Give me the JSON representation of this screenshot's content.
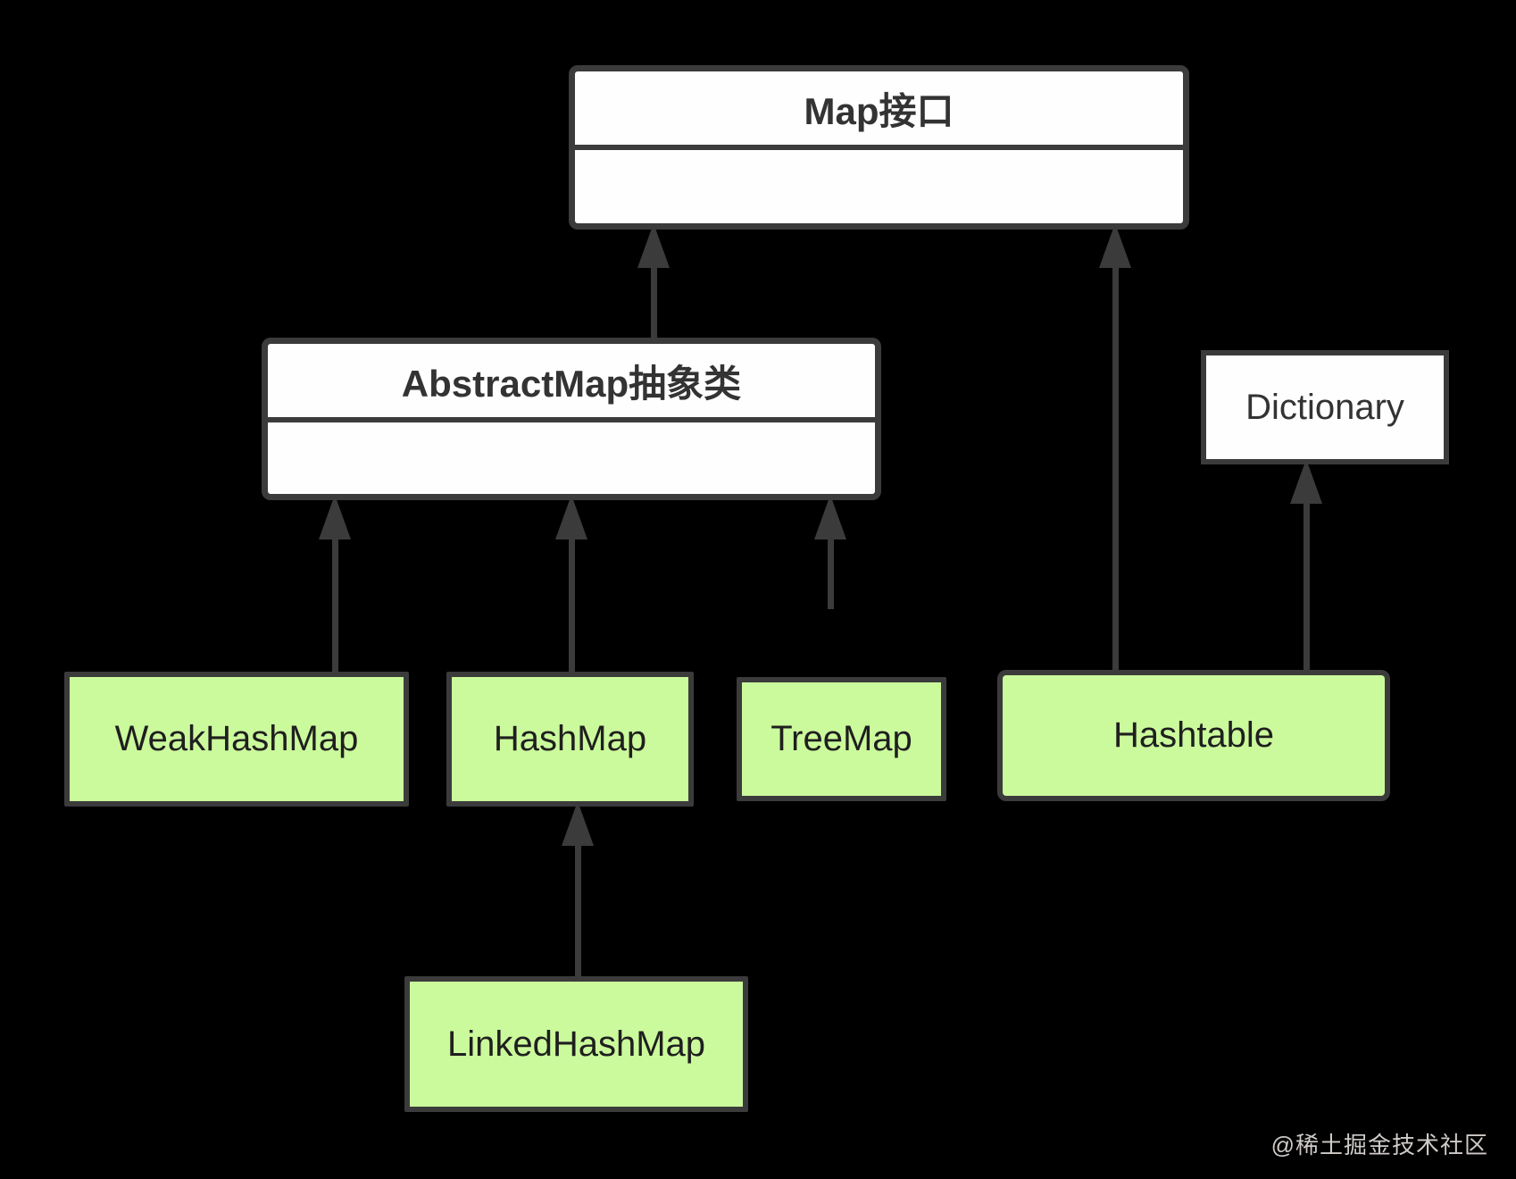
{
  "nodes": {
    "map_interface": {
      "label": "Map接口",
      "kind": "interface-with-compartments"
    },
    "abstract_map": {
      "label": "AbstractMap抽象类",
      "kind": "abstract-class-with-compartments"
    },
    "dictionary": {
      "label": "Dictionary",
      "kind": "class"
    },
    "weak_hash_map": {
      "label": "WeakHashMap",
      "kind": "class"
    },
    "hash_map": {
      "label": "HashMap",
      "kind": "class"
    },
    "tree_map": {
      "label": "TreeMap",
      "kind": "class"
    },
    "hashtable": {
      "label": "Hashtable",
      "kind": "class"
    },
    "linked_hash_map": {
      "label": "LinkedHashMap",
      "kind": "class"
    }
  },
  "edges": [
    {
      "from": "AbstractMap抽象类",
      "to": "Map接口"
    },
    {
      "from": "Hashtable",
      "to": "Map接口"
    },
    {
      "from": "WeakHashMap",
      "to": "AbstractMap抽象类"
    },
    {
      "from": "HashMap",
      "to": "AbstractMap抽象类"
    },
    {
      "from": "TreeMap",
      "to": "AbstractMap抽象类"
    },
    {
      "from": "Hashtable",
      "to": "Dictionary"
    },
    {
      "from": "LinkedHashMap",
      "to": "HashMap"
    }
  ],
  "watermark": "@稀土掘金技术社区",
  "colors": {
    "background": "#000000",
    "node_border": "#3b3b3b",
    "arrow": "#3b3b3b",
    "white_fill": "#fefefe",
    "green_fill": "#cbfa9c",
    "title_text": "#333333",
    "green_text": "#1f1f1f",
    "watermark_text": "#cfcac7"
  }
}
